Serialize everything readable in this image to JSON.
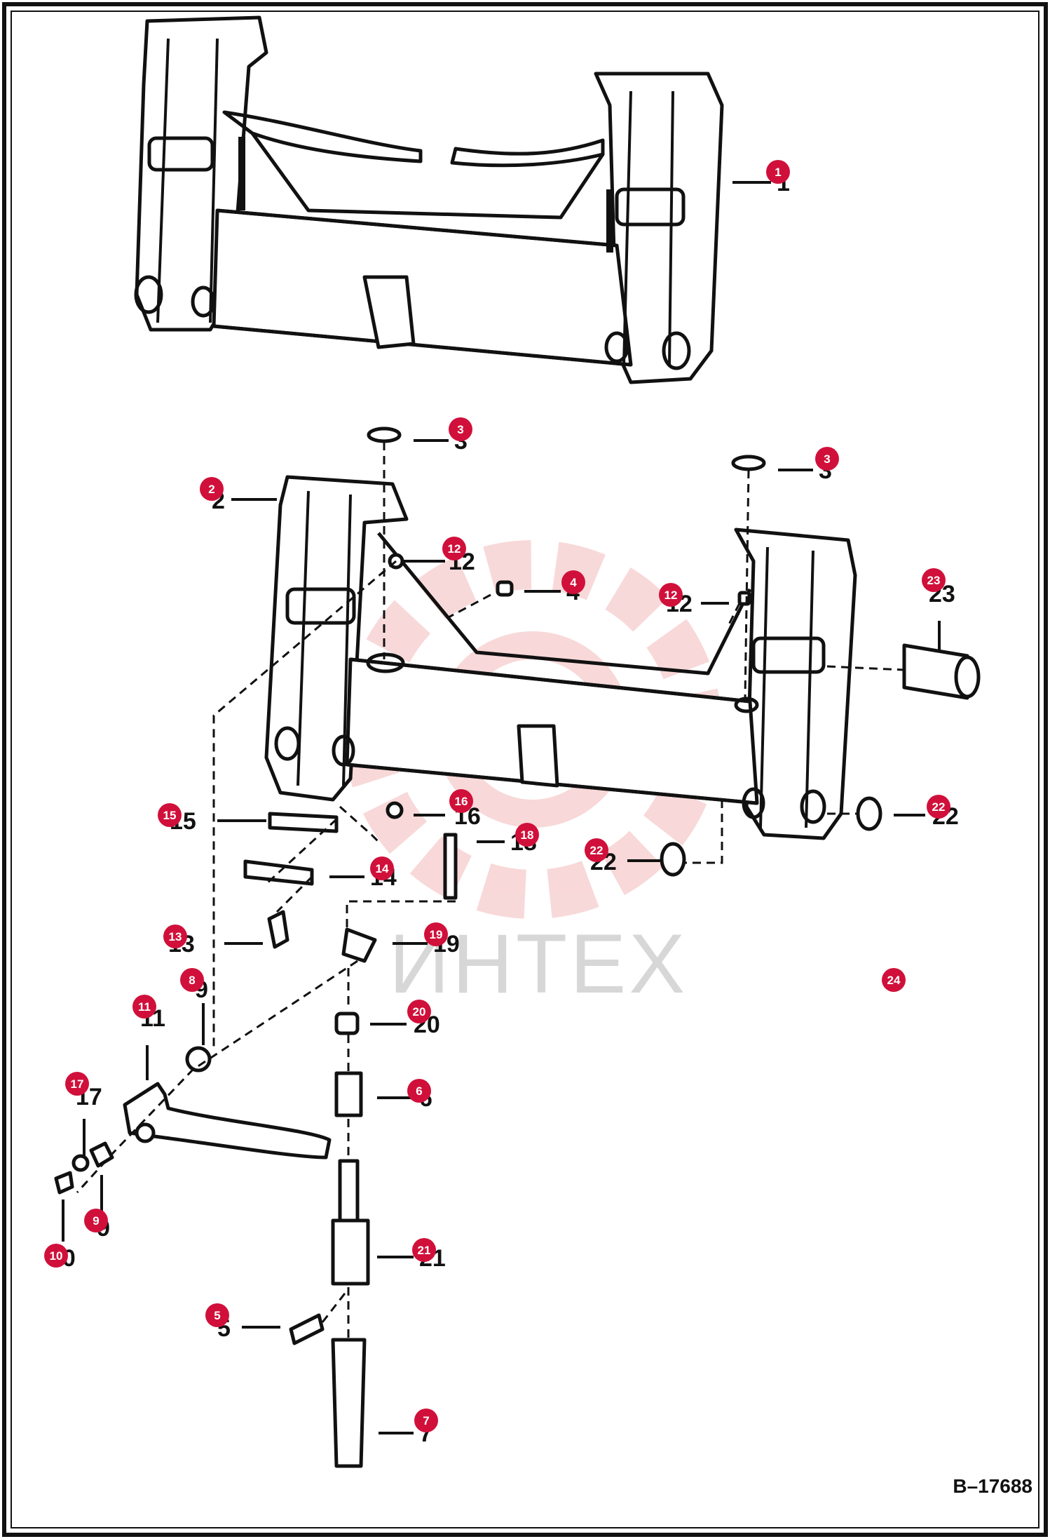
{
  "drawing_id": "B–17688",
  "watermark_text": "ИНТЕХ",
  "colors": {
    "callout": "#d0103a",
    "line": "#111111",
    "watermark": "#e05050"
  },
  "callouts": [
    {
      "n": "1"
    },
    {
      "n": "2"
    },
    {
      "n": "3"
    },
    {
      "n": "3"
    },
    {
      "n": "12"
    },
    {
      "n": "4"
    },
    {
      "n": "12"
    },
    {
      "n": "23"
    },
    {
      "n": "15"
    },
    {
      "n": "16"
    },
    {
      "n": "18"
    },
    {
      "n": "22"
    },
    {
      "n": "22"
    },
    {
      "n": "14"
    },
    {
      "n": "13"
    },
    {
      "n": "19"
    },
    {
      "n": "8"
    },
    {
      "n": "11"
    },
    {
      "n": "24"
    },
    {
      "n": "20"
    },
    {
      "n": "17"
    },
    {
      "n": "6"
    },
    {
      "n": "9"
    },
    {
      "n": "10"
    },
    {
      "n": "21"
    },
    {
      "n": "5"
    },
    {
      "n": "7"
    }
  ],
  "labels": [
    {
      "t": "1"
    },
    {
      "t": "2"
    },
    {
      "t": "3"
    },
    {
      "t": "3"
    },
    {
      "t": "12"
    },
    {
      "t": "4"
    },
    {
      "t": "12"
    },
    {
      "t": "23"
    },
    {
      "t": "15"
    },
    {
      "t": "16"
    },
    {
      "t": "18"
    },
    {
      "t": "22"
    },
    {
      "t": "22"
    },
    {
      "t": "14"
    },
    {
      "t": "13"
    },
    {
      "t": "19"
    },
    {
      "t": "9"
    },
    {
      "t": "11"
    },
    {
      "t": "20"
    },
    {
      "t": "17"
    },
    {
      "t": "6"
    },
    {
      "t": "9"
    },
    {
      "t": "10"
    },
    {
      "t": "21"
    },
    {
      "t": "5"
    },
    {
      "t": "7"
    }
  ]
}
